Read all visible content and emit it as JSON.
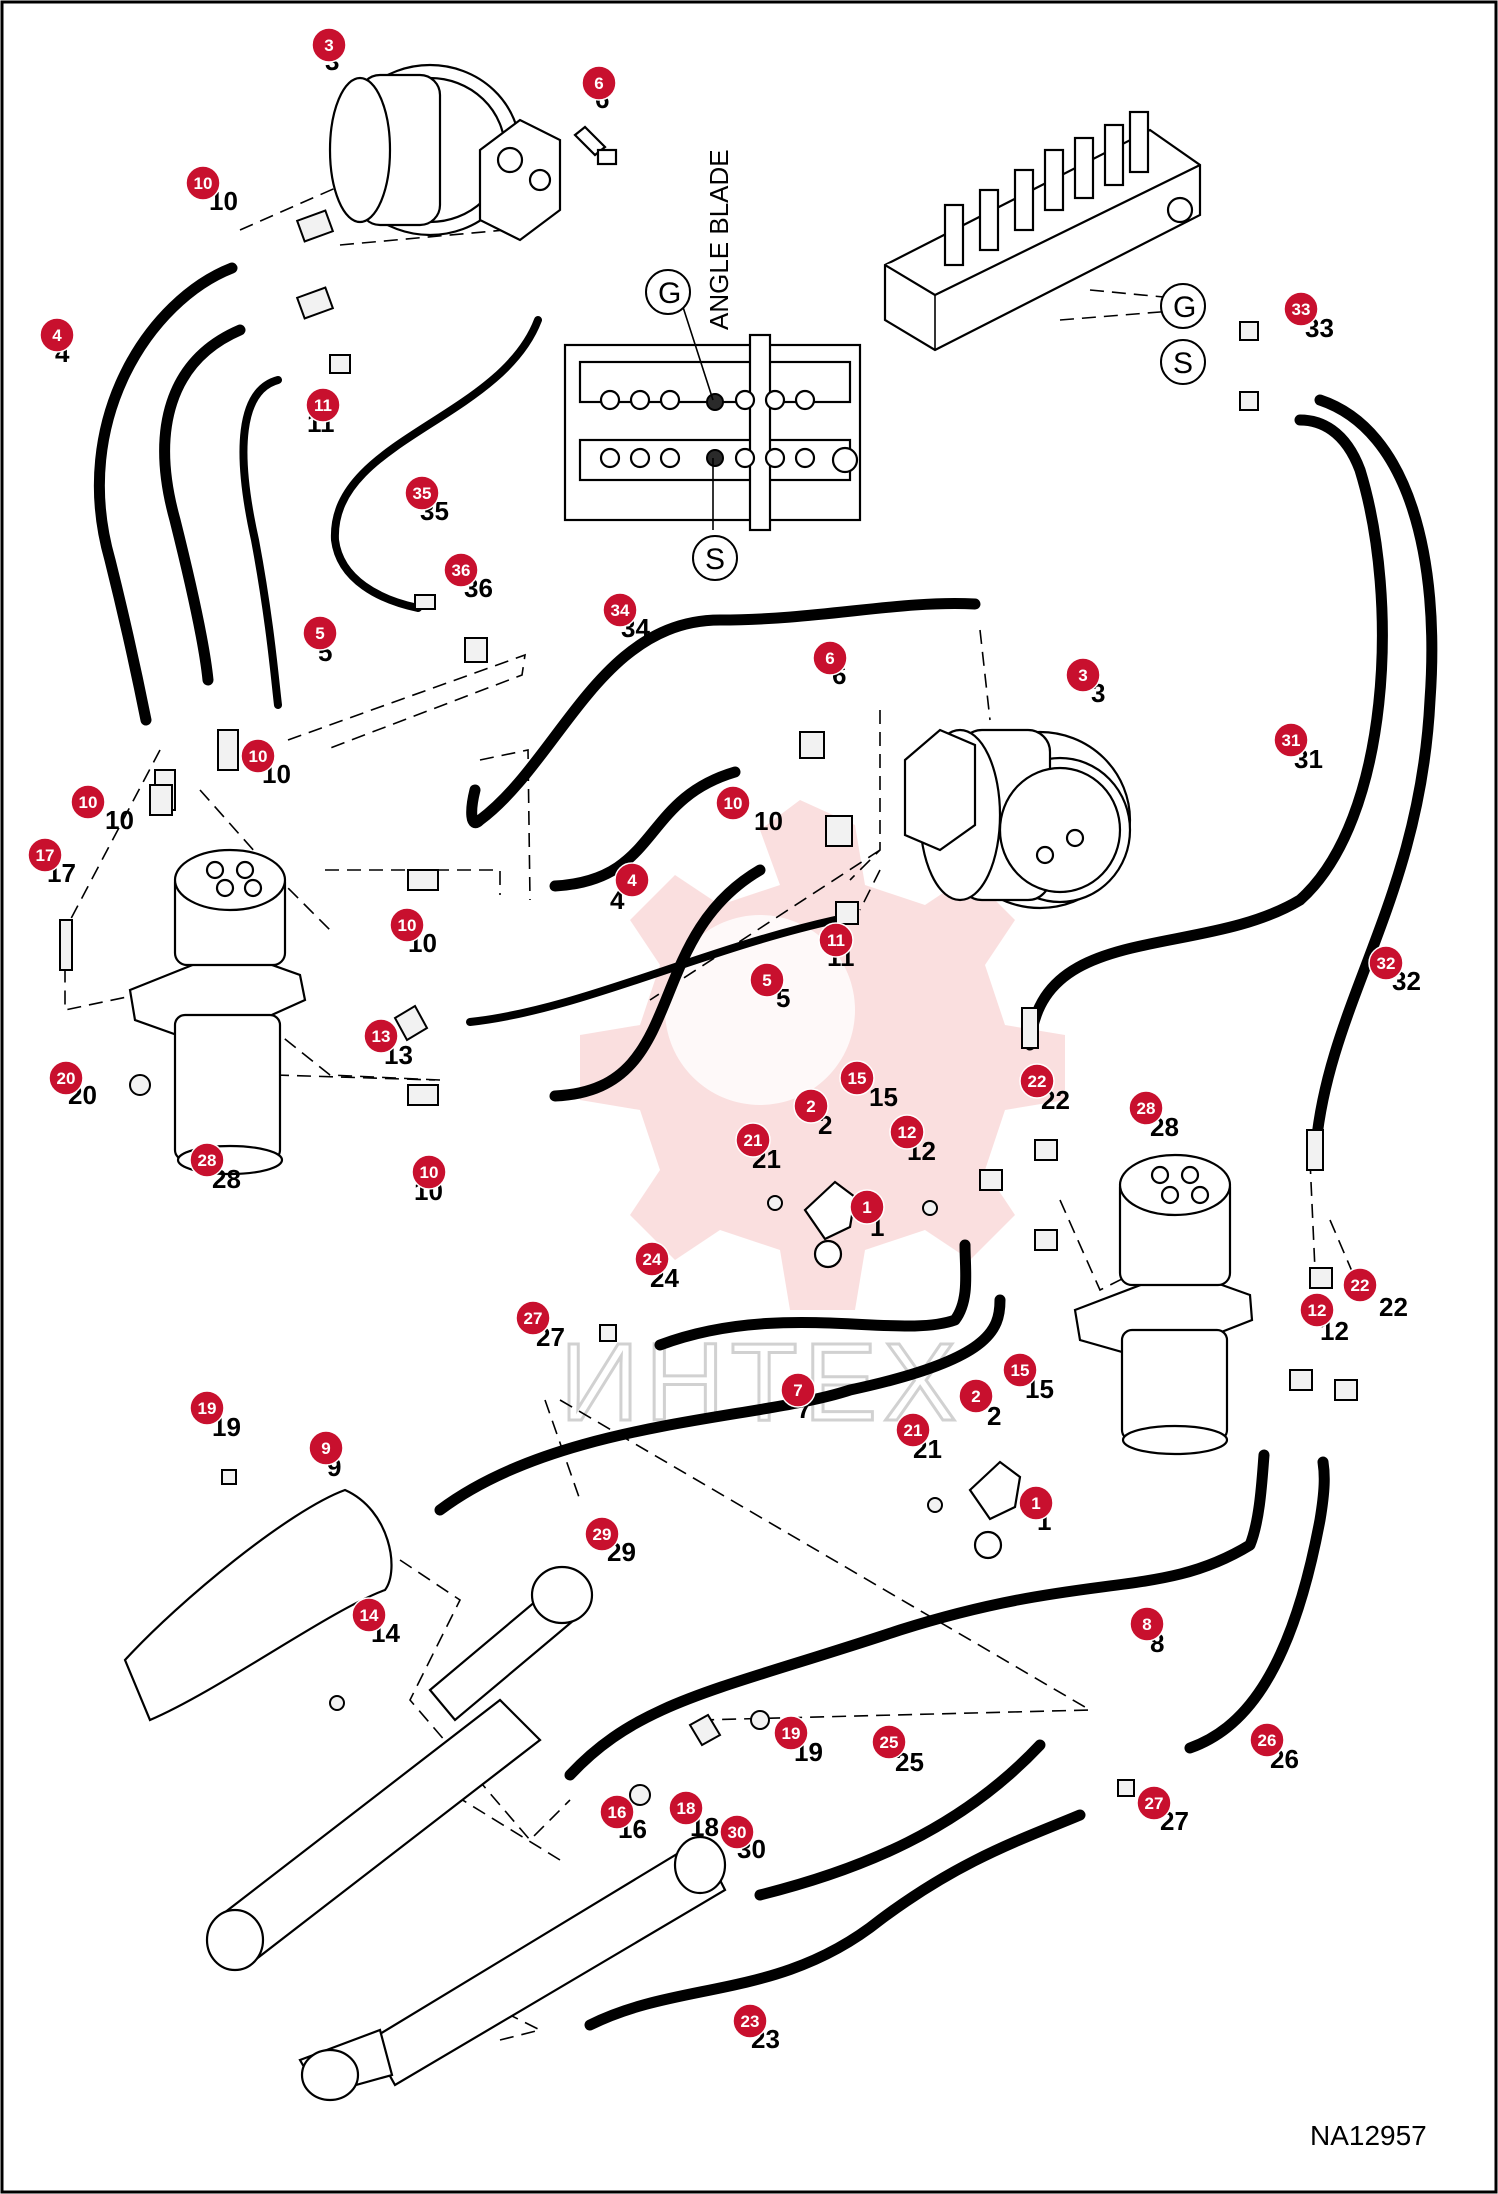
{
  "diagram": {
    "code": "NA12957",
    "angle_blade_label": "ANGLE BLADE",
    "watermark": "ИНТЕХ",
    "port_letters": [
      "G",
      "S",
      "G",
      "S"
    ],
    "colors": {
      "callout": "#c8102e",
      "line": "#000000",
      "watermark": "#f3b2b2"
    }
  },
  "callouts": [
    {
      "badge": "3",
      "label": "3"
    },
    {
      "badge": "6",
      "label": "6"
    },
    {
      "badge": "10",
      "label": "10"
    },
    {
      "badge": "4",
      "label": "4"
    },
    {
      "badge": "11",
      "label": "11"
    },
    {
      "badge": "35",
      "label": "35"
    },
    {
      "badge": "36",
      "label": "36"
    },
    {
      "badge": "34",
      "label": "34"
    },
    {
      "badge": "5",
      "label": "5"
    },
    {
      "badge": "10",
      "label": "10"
    },
    {
      "badge": "10",
      "label": "10"
    },
    {
      "badge": "17",
      "label": "17"
    },
    {
      "badge": "10",
      "label": "10"
    },
    {
      "badge": "20",
      "label": "20"
    },
    {
      "badge": "13",
      "label": "13"
    },
    {
      "badge": "28",
      "label": "28"
    },
    {
      "badge": "10",
      "label": "10"
    },
    {
      "badge": "6",
      "label": "6"
    },
    {
      "badge": "3",
      "label": "3"
    },
    {
      "badge": "10",
      "label": "10"
    },
    {
      "badge": "4",
      "label": "4"
    },
    {
      "badge": "11",
      "label": "11"
    },
    {
      "badge": "5",
      "label": "5"
    },
    {
      "badge": "33",
      "label": "33"
    },
    {
      "badge": "31",
      "label": "31"
    },
    {
      "badge": "32",
      "label": "32"
    },
    {
      "badge": "22",
      "label": "22"
    },
    {
      "badge": "28",
      "label": "28"
    },
    {
      "badge": "15",
      "label": "15"
    },
    {
      "badge": "2",
      "label": "2"
    },
    {
      "badge": "21",
      "label": "21"
    },
    {
      "badge": "12",
      "label": "12"
    },
    {
      "badge": "1",
      "label": "1"
    },
    {
      "badge": "24",
      "label": "24"
    },
    {
      "badge": "27",
      "label": "27"
    },
    {
      "badge": "7",
      "label": "7"
    },
    {
      "badge": "22",
      "label": "22"
    },
    {
      "badge": "12",
      "label": "12"
    },
    {
      "badge": "15",
      "label": "15"
    },
    {
      "badge": "2",
      "label": "2"
    },
    {
      "badge": "21",
      "label": "21"
    },
    {
      "badge": "1",
      "label": "1"
    },
    {
      "badge": "19",
      "label": "19"
    },
    {
      "badge": "9",
      "label": "9"
    },
    {
      "badge": "29",
      "label": "29"
    },
    {
      "badge": "14",
      "label": "14"
    },
    {
      "badge": "8",
      "label": "8"
    },
    {
      "badge": "19",
      "label": "19"
    },
    {
      "badge": "25",
      "label": "25"
    },
    {
      "badge": "26",
      "label": "26"
    },
    {
      "badge": "16",
      "label": "16"
    },
    {
      "badge": "18",
      "label": "18"
    },
    {
      "badge": "30",
      "label": "30"
    },
    {
      "badge": "27",
      "label": "27"
    },
    {
      "badge": "23",
      "label": "23"
    }
  ]
}
